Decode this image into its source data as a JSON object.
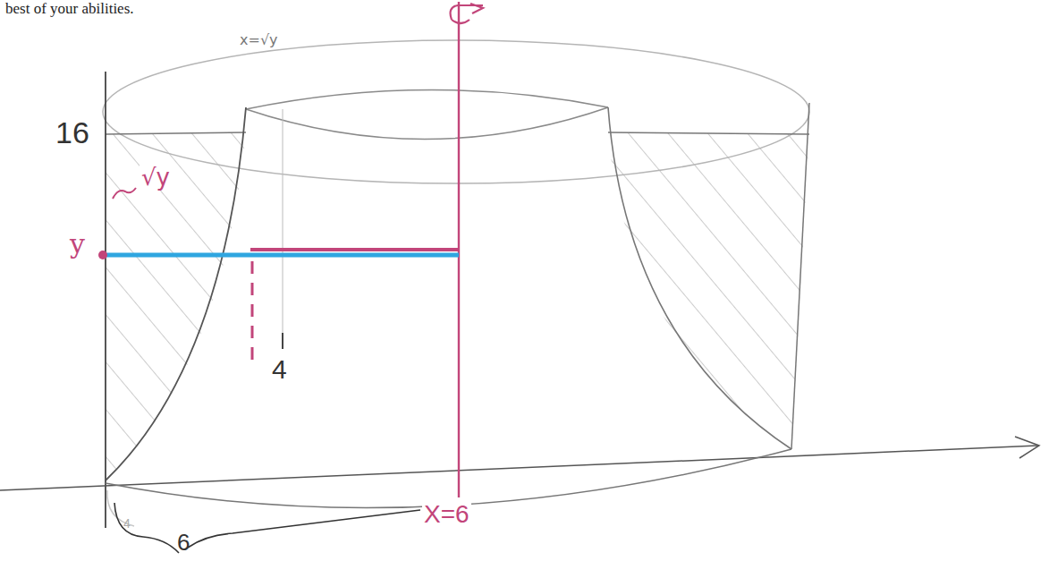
{
  "diagram": {
    "labels": [
      "best of your abilities.",
      "x=√y",
      "16",
      "√y",
      "y",
      "4",
      "4",
      "6",
      "X=6"
    ]
  }
}
